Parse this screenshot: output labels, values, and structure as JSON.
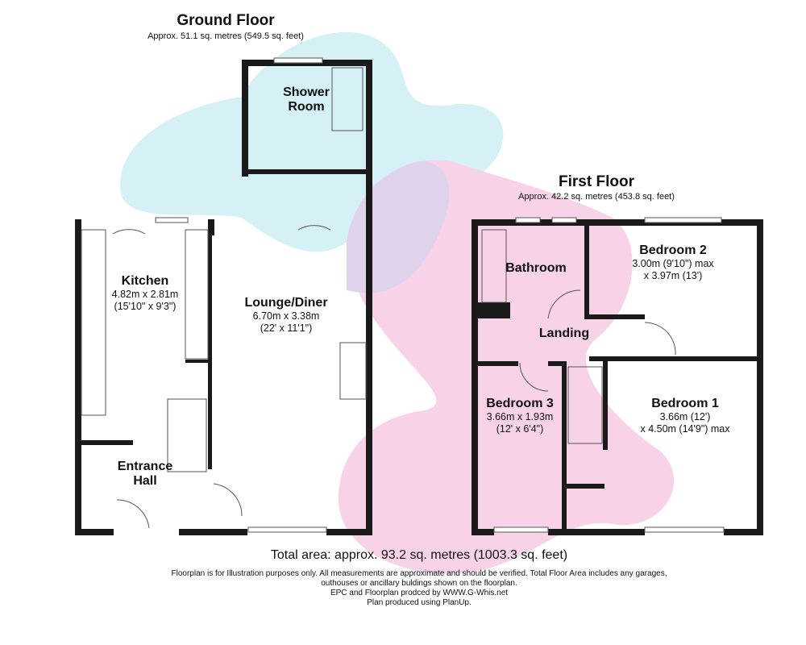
{
  "ground_floor": {
    "title": "Ground Floor",
    "area": "Approx. 51.1 sq. metres (549.5 sq. feet)",
    "rooms": [
      {
        "name": "Shower Room",
        "name_line2": ""
      },
      {
        "name": "Kitchen",
        "dim1": "4.82m x 2.81m",
        "dim2": "(15'10\" x 9'3\")"
      },
      {
        "name": "Lounge/Diner",
        "dim1": "6.70m x 3.38m",
        "dim2": "(22' x 11'1\")"
      },
      {
        "name": "Entrance",
        "name_line2": "Hall"
      }
    ],
    "shower_line1": "Shower",
    "shower_line2": "Room"
  },
  "first_floor": {
    "title": "First Floor",
    "area": "Approx. 42.2 sq. metres (453.8 sq. feet)",
    "rooms": [
      {
        "name": "Bathroom"
      },
      {
        "name": "Bedroom 2",
        "dim1": "3.00m (9'10\") max",
        "dim2": "x 3.97m (13')"
      },
      {
        "name": "Landing"
      },
      {
        "name": "Bedroom 3",
        "dim1": "3.66m x 1.93m",
        "dim2": "(12' x 6'4\")"
      },
      {
        "name": "Bedroom 1",
        "dim1": "3.66m (12')",
        "dim2": "x 4.50m (14'9\") max"
      }
    ]
  },
  "footer": {
    "total": "Total area: approx. 93.2 sq. metres (1003.3 sq. feet)",
    "disclaimer1": "Floorplan is for Illustration purposes only. All measurements are approximate and should be verified. Total Floor Area includes any garages,",
    "disclaimer2": "outhouses or ancillary buldings shown on the floorplan.",
    "credit": "EPC and Floorplan prodced by WWW.G-Whis.net",
    "software": "Plan produced using PlanUp."
  },
  "colors": {
    "wall": "#1a1a1a",
    "watermark_cyan": "#d5f1f6",
    "watermark_pink": "#f8d2e7",
    "overlap": "#ded3ea"
  }
}
